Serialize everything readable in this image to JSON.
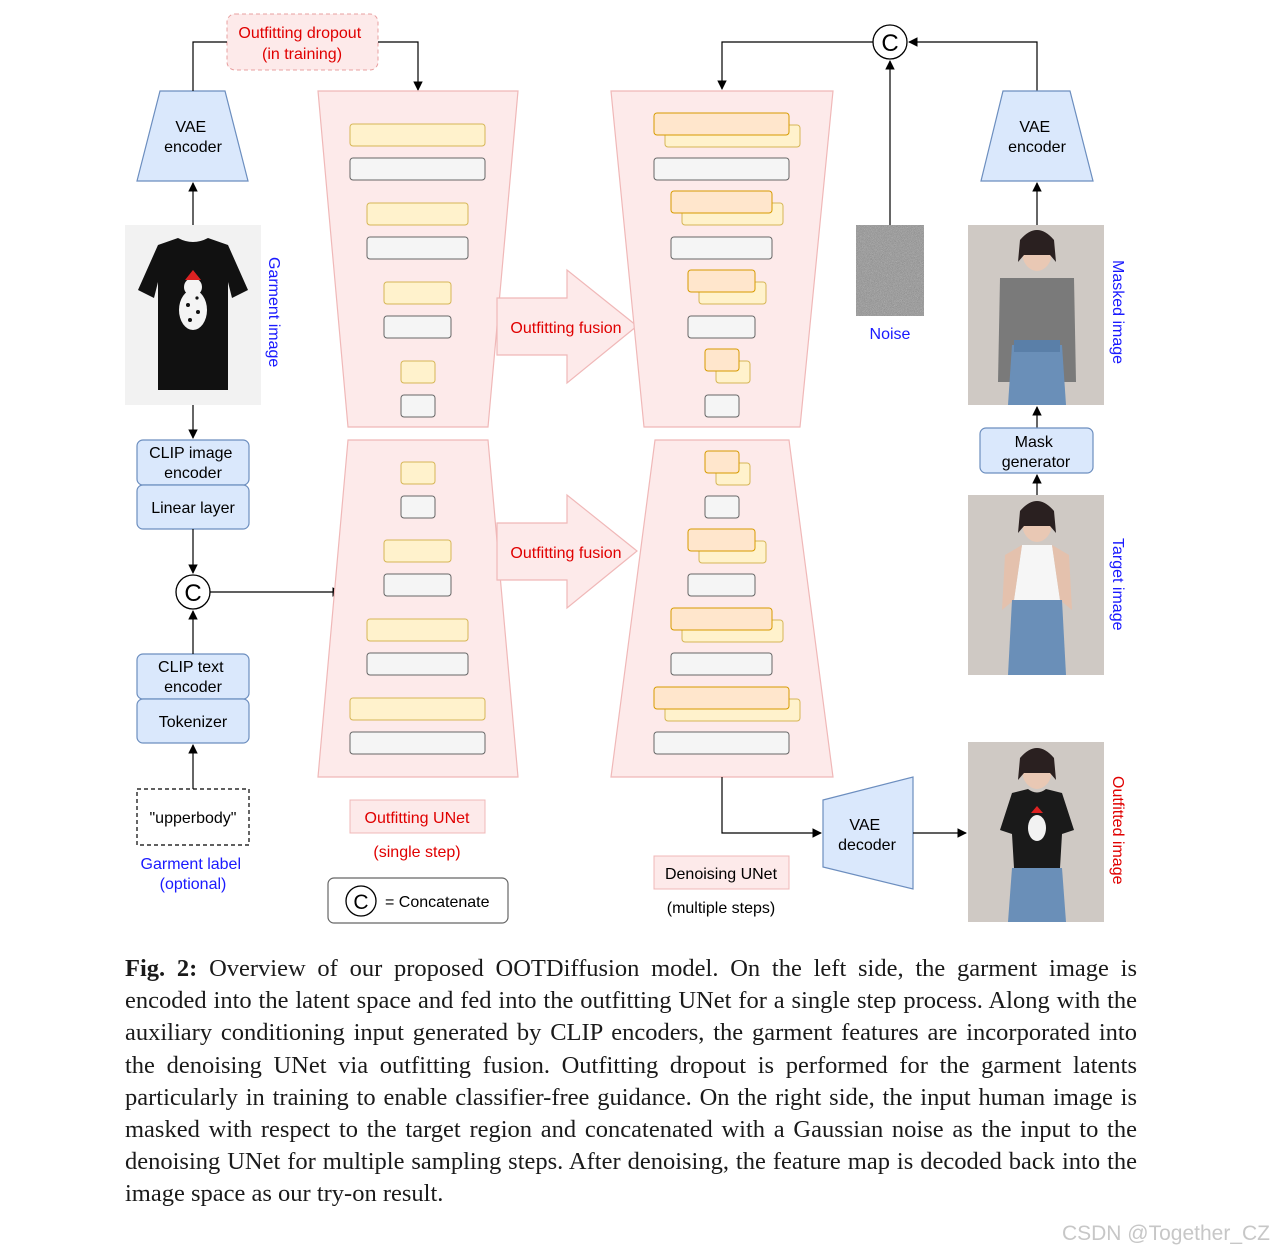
{
  "diagram": {
    "vae_encoder_left": "VAE\nencoder",
    "vae_encoder_right": "VAE\nencoder",
    "vae_decoder": "VAE\ndecoder",
    "outfitting_dropout": "Outfitting dropout\n(in training)",
    "garment_image_label": "Garment image",
    "clip_image_encoder": "CLIP image\nencoder",
    "linear_layer": "Linear layer",
    "clip_text_encoder": "CLIP text\nencoder",
    "tokenizer": "Tokenizer",
    "garment_label_value": "\"upperbody\"",
    "garment_label_caption": "Garment label\n(optional)",
    "concat_symbol": "C",
    "legend": "= Concatenate",
    "outfitting_unet": "Outfitting UNet",
    "outfitting_unet_sub": "(single step)",
    "outfitting_fusion_top": "Outfitting fusion",
    "outfitting_fusion_bottom": "Outfitting fusion",
    "denoising_unet": "Denoising UNet",
    "denoising_unet_sub": "(multiple steps)",
    "noise_label": "Noise",
    "masked_image_label": "Masked image",
    "mask_generator": "Mask\ngenerator",
    "target_image_label": "Target image",
    "outfitted_image_label": "Outfitted image"
  },
  "colors": {
    "blue_label": "#1a1aff",
    "red_label": "#e00000",
    "vae_fill": "#dae8fc",
    "block_fill": "#fdeaea",
    "feature_fill": "#fff2cc",
    "fused_fill": "#ffe6cc",
    "gray_fill": "#f5f5f5"
  },
  "caption": {
    "fig_label": "Fig. 2:",
    "text": "Overview of our proposed OOTDiffusion model. On the left side, the garment image is encoded into the latent space and fed into the outfitting UNet for a single step process. Along with the auxiliary conditioning input generated by CLIP encoders, the garment features are incorporated into the denoising UNet via outfitting fusion. Outfitting dropout is performed for the garment latents particularly in training to enable classifier-free guidance. On the right side, the input human image is masked with respect to the target region and concatenated with a Gaussian noise as the input to the denoising UNet for multiple sampling steps. After denoising, the feature map is decoded back into the image space as our try-on result."
  },
  "watermark": "CSDN @Together_CZ"
}
